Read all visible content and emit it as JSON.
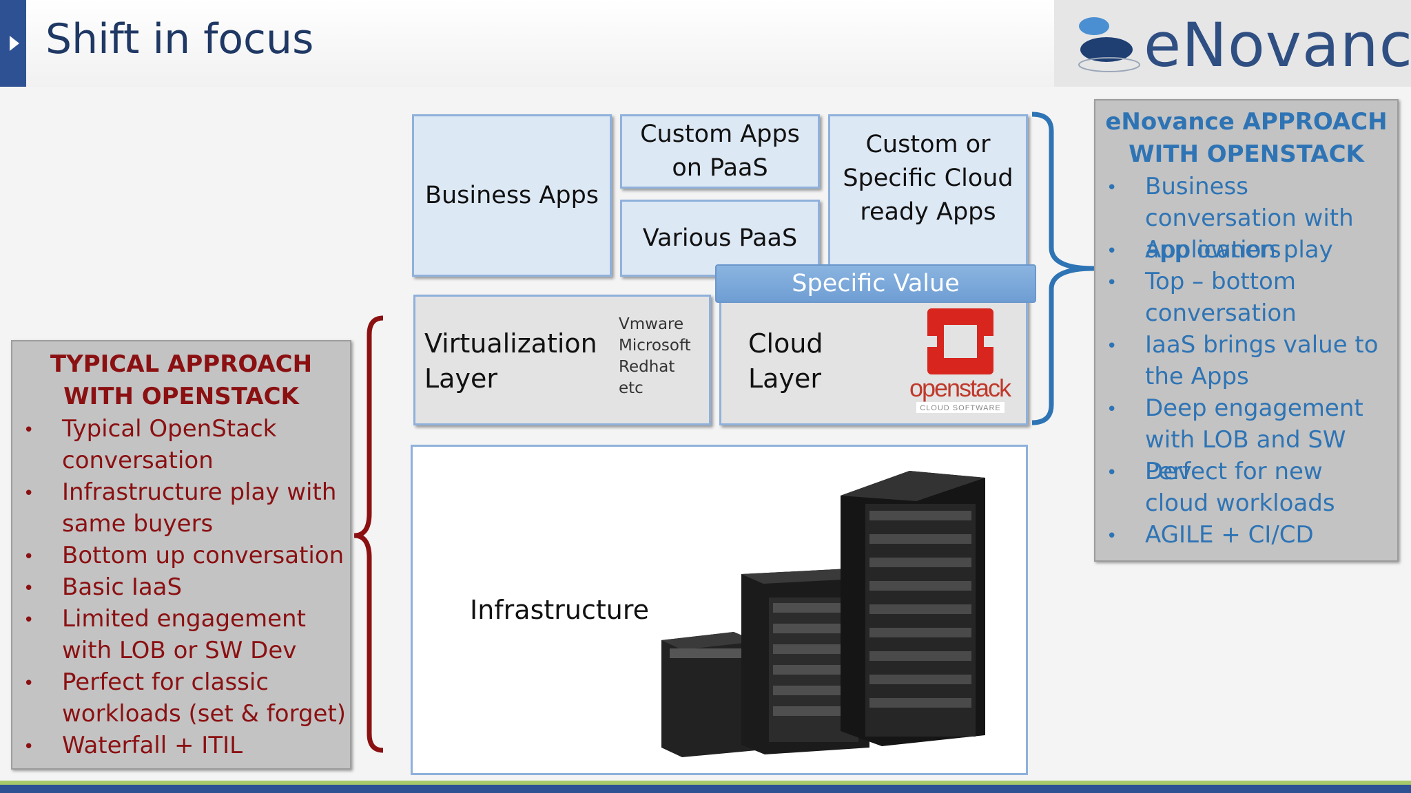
{
  "header": {
    "title": "Shift in focus",
    "logo_text": "eNovance"
  },
  "diagram": {
    "business_apps": "Business Apps",
    "custom_apps_paas": "Custom Apps on PaaS",
    "various_paas": "Various PaaS",
    "custom_cloud_apps": "Custom or Specific Cloud ready Apps",
    "specific_value": "Specific Value",
    "virtualization_layer": "Virtualization Layer",
    "virtualization_vendors": [
      "Vmware",
      "Microsoft",
      "Redhat",
      "etc"
    ],
    "cloud_layer": "Cloud Layer",
    "openstack_logo": {
      "wordmark": "openstack",
      "tagline": "CLOUD SOFTWARE"
    },
    "infrastructure": "Infrastructure"
  },
  "left_panel": {
    "title_line1": "TYPICAL APPROACH",
    "title_line2": "WITH OPENSTACK",
    "items": [
      "Typical OpenStack conversation",
      "Infrastructure play with same buyers",
      "Bottom up conversation",
      "Basic IaaS",
      "Limited engagement with LOB or SW Dev",
      "Perfect for classic workloads (set & forget)",
      "Waterfall + ITIL"
    ]
  },
  "right_panel": {
    "title_line1": "eNovance APPROACH",
    "title_line2": "WITH OPENSTACK",
    "items": [
      "Business conversation with app owners",
      "Application play",
      "Top – bottom conversation",
      "IaaS brings value to the Apps",
      "Deep engagement with LOB and SW Dev",
      "Perfect for new cloud workloads",
      "AGILE + CI/CD"
    ]
  },
  "colors": {
    "title_blue": "#1f3864",
    "accent_navy": "#2e5193",
    "typical_red": "#8b1012",
    "enovance_blue": "#2e74b5",
    "box_fill": "#dde8f5",
    "panel_gray": "#c3c3c3"
  }
}
